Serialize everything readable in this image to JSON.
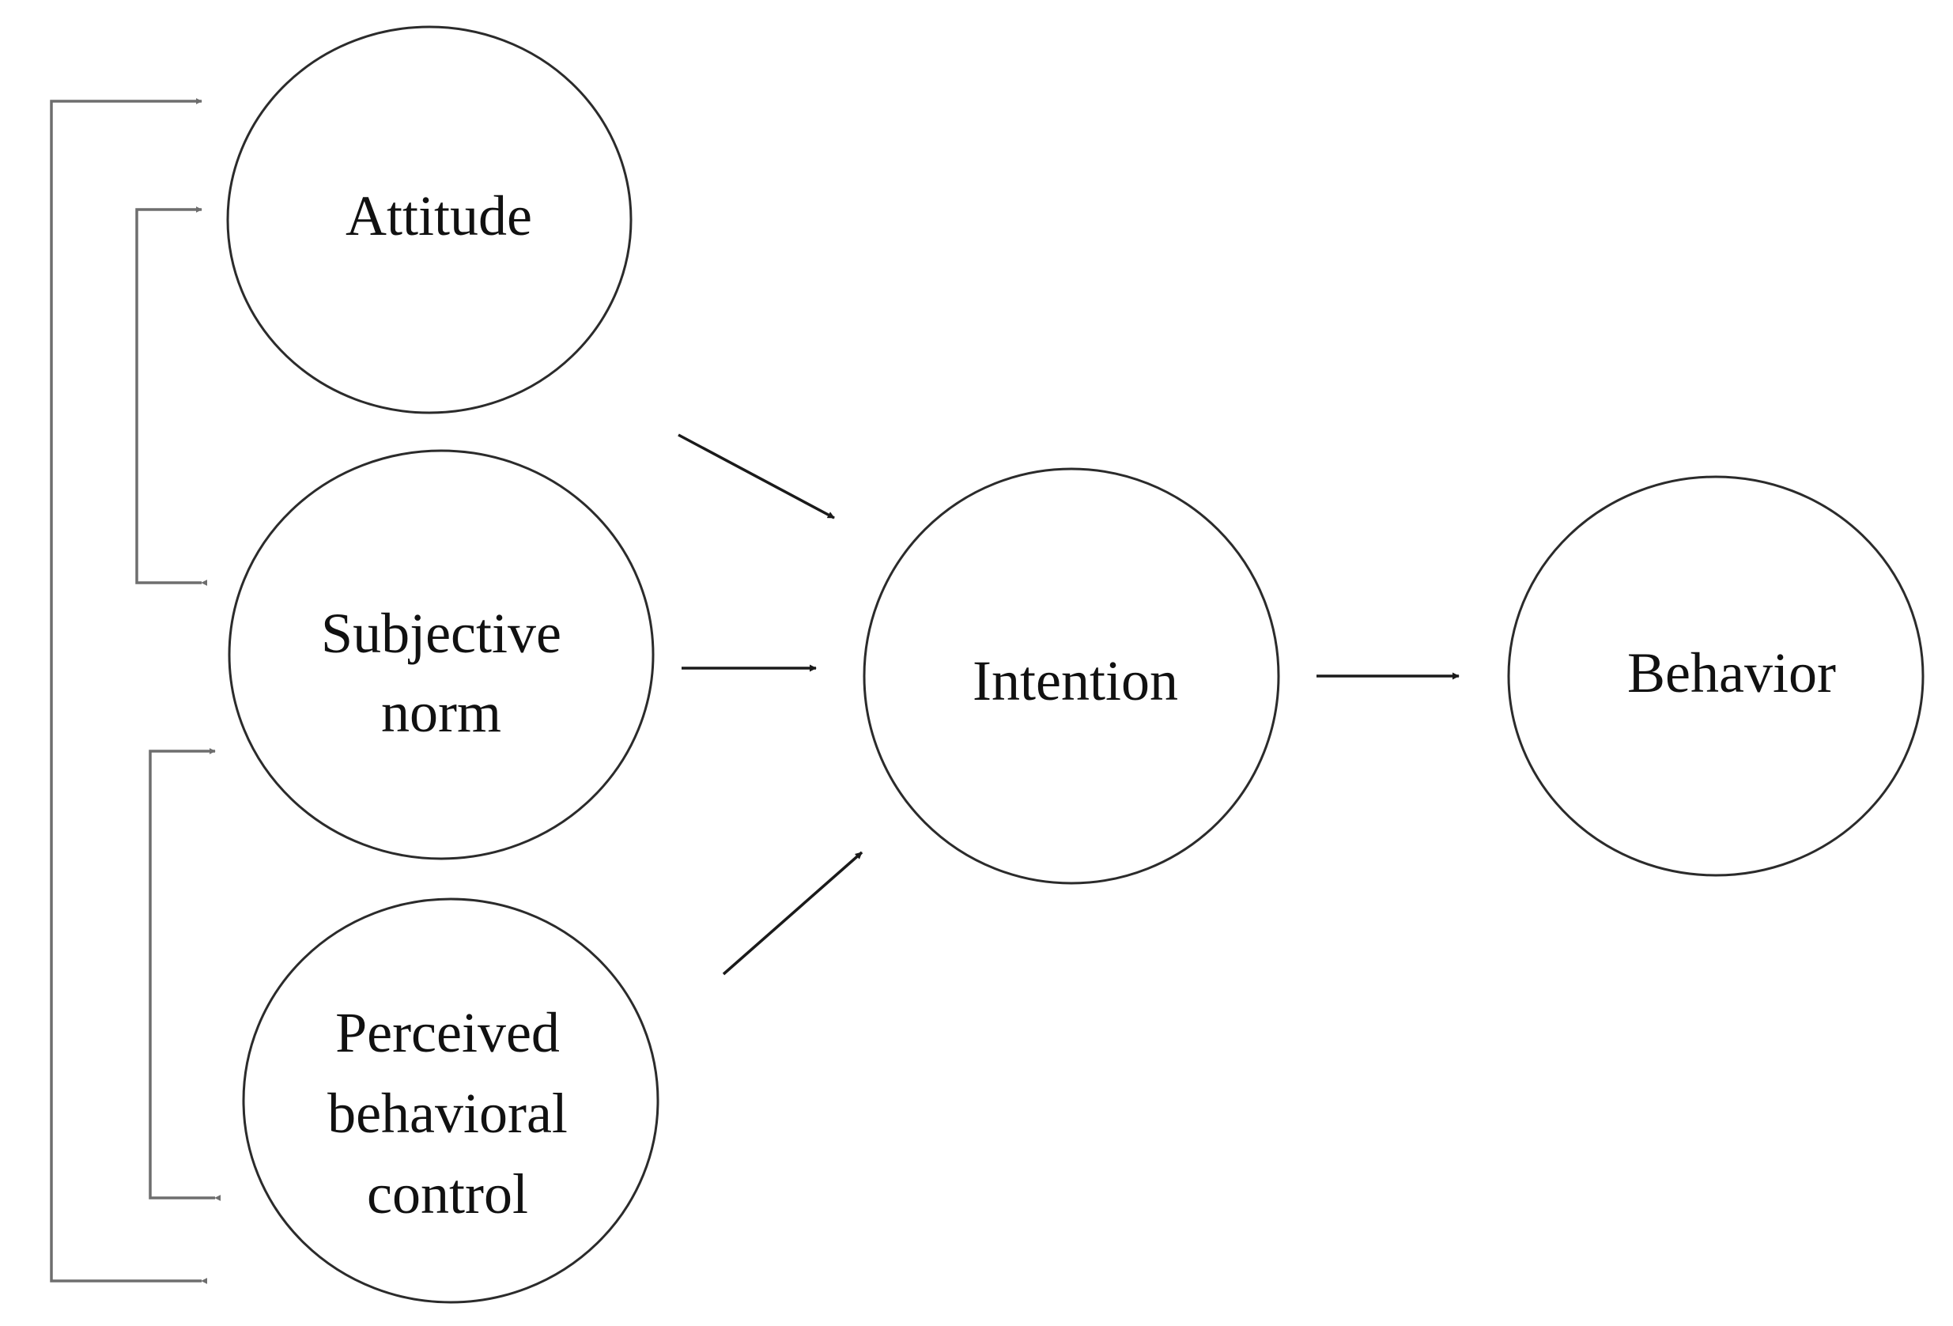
{
  "nodes": {
    "attitude": {
      "lines": [
        "Attitude"
      ]
    },
    "subjective_norm": {
      "lines": [
        "Subjective",
        "norm"
      ]
    },
    "perceived_behavioral_control": {
      "lines": [
        "Perceived",
        "behavioral",
        "control"
      ]
    },
    "intention": {
      "lines": [
        "Intention"
      ]
    },
    "behavior": {
      "lines": [
        "Behavior"
      ]
    }
  },
  "edges": [
    {
      "from": "attitude",
      "to": "intention"
    },
    {
      "from": "subjective_norm",
      "to": "intention"
    },
    {
      "from": "perceived_behavioral_control",
      "to": "intention"
    },
    {
      "from": "intention",
      "to": "behavior"
    }
  ],
  "correlations": [
    {
      "between": [
        "attitude",
        "subjective_norm"
      ]
    },
    {
      "between": [
        "subjective_norm",
        "perceived_behavioral_control"
      ]
    },
    {
      "between": [
        "attitude",
        "perceived_behavioral_control"
      ]
    }
  ],
  "colors": {
    "node_stroke": "#2b2b2b",
    "causal_arrow": "#1a1a1a",
    "correlation_bracket": "#6e6e6e",
    "text": "#111111"
  }
}
